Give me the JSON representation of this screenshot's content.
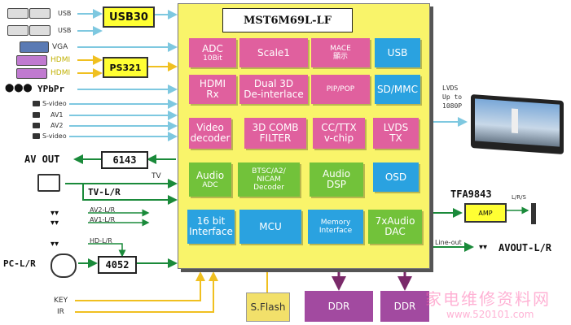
{
  "chip": {
    "title": "MST6M69L-LF",
    "blocks": [
      {
        "line1": "ADC",
        "line2": "10Bit",
        "line3": ""
      },
      {
        "line1": "Scale1",
        "line2": "",
        "line3": ""
      },
      {
        "line1": "MACE",
        "line2": "顯示",
        "line3": ""
      },
      {
        "line1": "USB",
        "line2": "",
        "line3": ""
      },
      {
        "line1": "HDMI",
        "line2": "Rx",
        "line3": ""
      },
      {
        "line1": "Dual 3D",
        "line2": "De-interlace",
        "line3": ""
      },
      {
        "line1": "PIP/POP",
        "line2": "",
        "line3": ""
      },
      {
        "line1": "SD/MMC",
        "line2": "",
        "line3": ""
      },
      {
        "line1": "Video",
        "line2": "decoder",
        "line3": ""
      },
      {
        "line1": "3D COMB",
        "line2": "FILTER",
        "line3": ""
      },
      {
        "line1": "CC/TTX",
        "line2": "v-chip",
        "line3": ""
      },
      {
        "line1": "LVDS",
        "line2": "TX",
        "line3": ""
      },
      {
        "line1": "Audio",
        "line2": "ADC",
        "line3": ""
      },
      {
        "line1": "BTSC/A2/",
        "line2": "NICAM",
        "line3": "Decoder"
      },
      {
        "line1": "Audio",
        "line2": "DSP",
        "line3": ""
      },
      {
        "line1": "OSD",
        "line2": "",
        "line3": ""
      },
      {
        "line1": "16 bit",
        "line2": "Interface",
        "line3": ""
      },
      {
        "line1": "MCU",
        "line2": "",
        "line3": ""
      },
      {
        "line1": "Memory",
        "line2": "Interface",
        "line3": ""
      },
      {
        "line1": "7xAudio",
        "line2": "DAC",
        "line3": ""
      }
    ]
  },
  "external": {
    "usb30": "USB30",
    "ps321": "PS321",
    "ic6143": "6143",
    "ic4052": "4052",
    "tfa": "TFA9843",
    "amp": "AMP",
    "sflash": "S.Flash",
    "ddr1": "DDR",
    "ddr2": "DDR"
  },
  "inputs": {
    "usb1": "USB",
    "usb2": "USB",
    "vga": "VGA",
    "hdmi1": "HDMI",
    "hdmi2": "HDMI",
    "ypbpr": "YPbPr",
    "svideo1": "S-video",
    "av1": "AV1",
    "av2": "AV2",
    "svideo2": "S-video",
    "avout": "AV OUT",
    "tv": "TV",
    "tvlr": "TV-L/R",
    "av2lr": "AV2-L/R",
    "av1lr": "AV1-L/R",
    "hdlr": "HD-L/R",
    "pclr": "PC-L/R",
    "key": "KEY",
    "ir": "IR"
  },
  "outputs": {
    "lvds1": "LVDS",
    "lvds2": "Up to",
    "lvds3": "1080P",
    "lrs": "L/R/S",
    "lineout": "Line-out",
    "avoutlr": "AVOUT-L/R"
  },
  "watermark": {
    "line1": "家电维修资料网",
    "line2": "www.520101.com"
  },
  "colors": {
    "chip": "#f9f46a",
    "pink": "#e0609e",
    "blue": "#2aa2e0",
    "green": "#72c23a",
    "ddr": "#a24aa0",
    "sflash": "#f2e06a",
    "wire_cyan": "#7ec8e0",
    "wire_yellow": "#f0c020",
    "wire_green": "#1a8a3a",
    "wire_purple": "#7a2a6a"
  }
}
